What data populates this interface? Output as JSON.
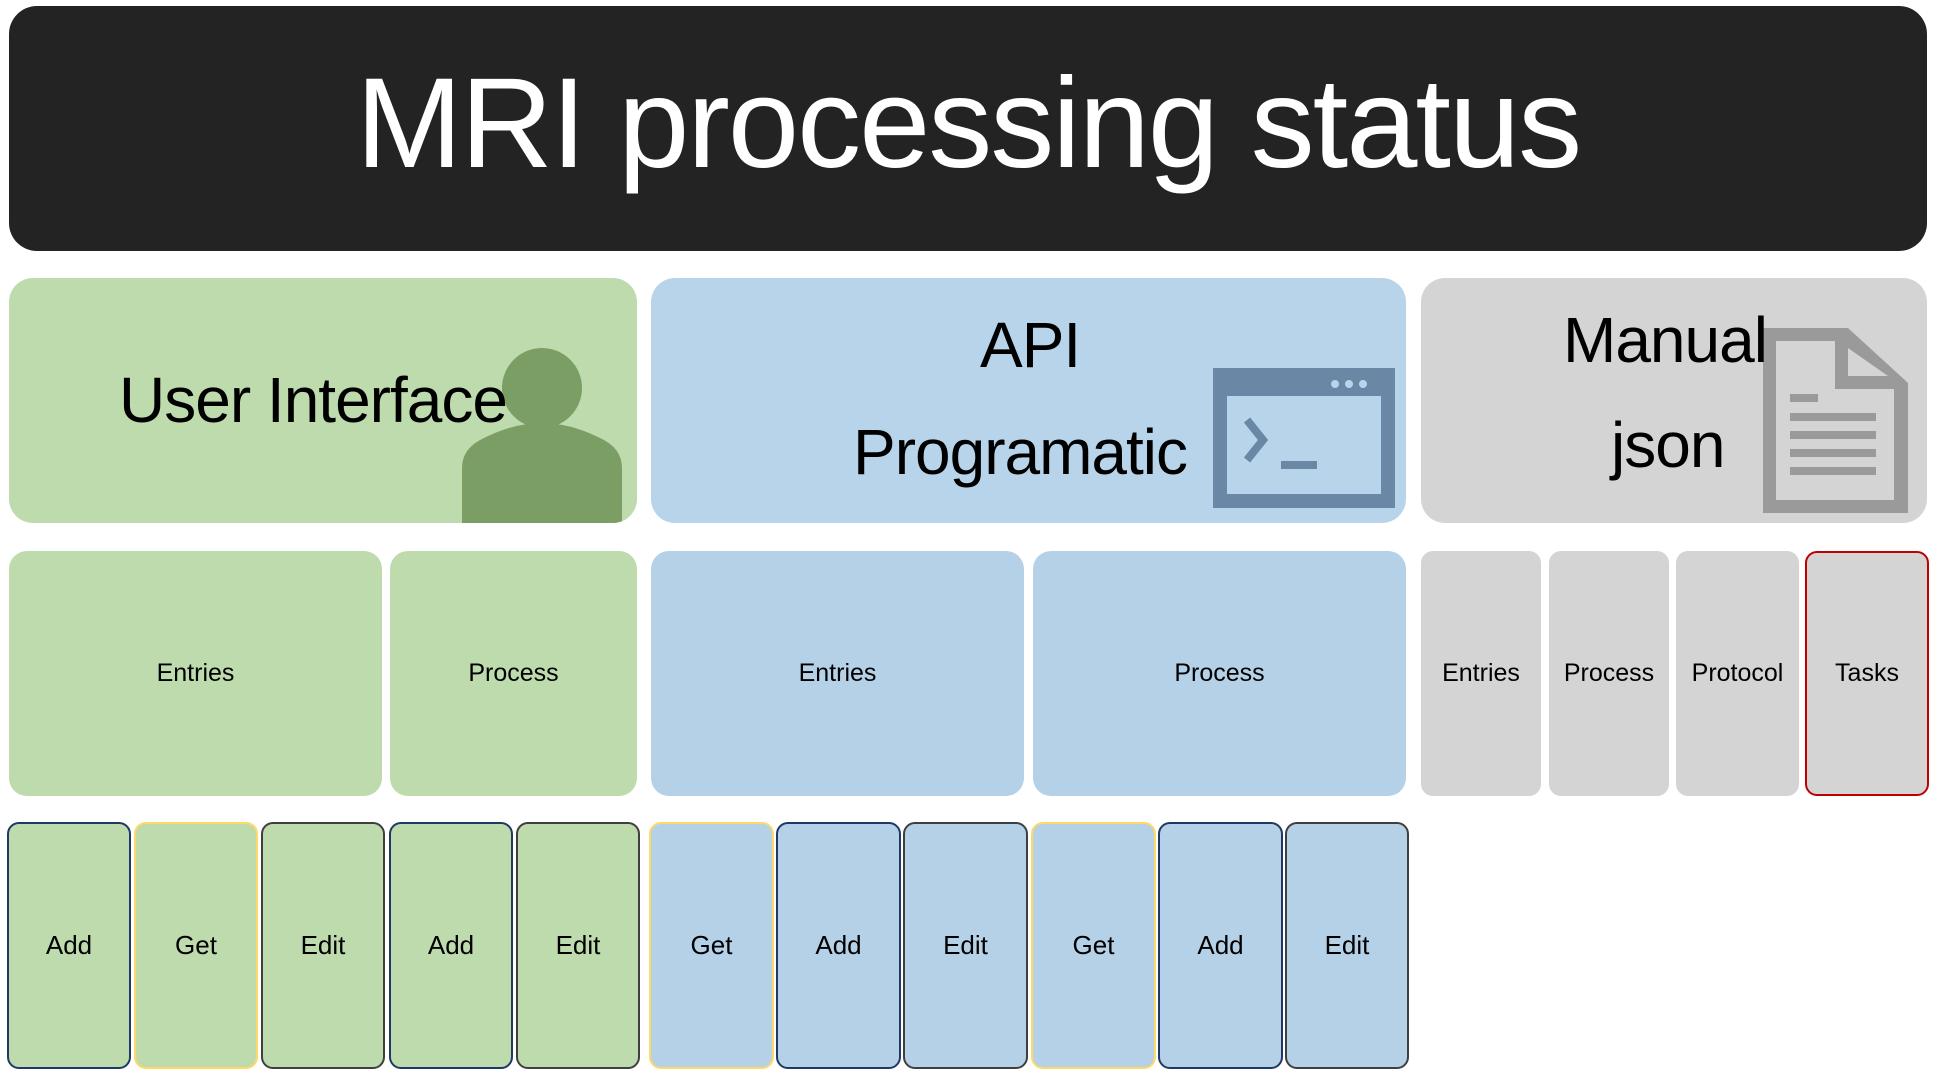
{
  "title": "MRI processing status",
  "categories": [
    {
      "name": "User Interface",
      "icon": "user-icon",
      "color": "#bddbad"
    },
    {
      "name_line1": "API",
      "name_line2": "Programatic",
      "icon": "terminal-icon",
      "color": "#b8d4ea"
    },
    {
      "name_line1": "Manual",
      "name_line2": "json",
      "icon": "document-icon",
      "color": "#d4d4d4"
    }
  ],
  "sections": {
    "ui": [
      "Entries",
      "Process"
    ],
    "api": [
      "Entries",
      "Process"
    ],
    "manual": [
      "Entries",
      "Process",
      "Protocol",
      "Tasks"
    ]
  },
  "actions": {
    "ui_entries": [
      "Add",
      "Get",
      "Edit"
    ],
    "ui_process": [
      "Add",
      "Edit"
    ],
    "api_entries": [
      "Get",
      "Add",
      "Edit"
    ],
    "api_process": [
      "Get",
      "Add",
      "Edit"
    ]
  },
  "colors": {
    "header_bg": "#232323",
    "add_border": "#1f3864",
    "get_border": "#ffd966",
    "edit_border": "#3f3f3f",
    "tasks_border": "#c00000"
  }
}
